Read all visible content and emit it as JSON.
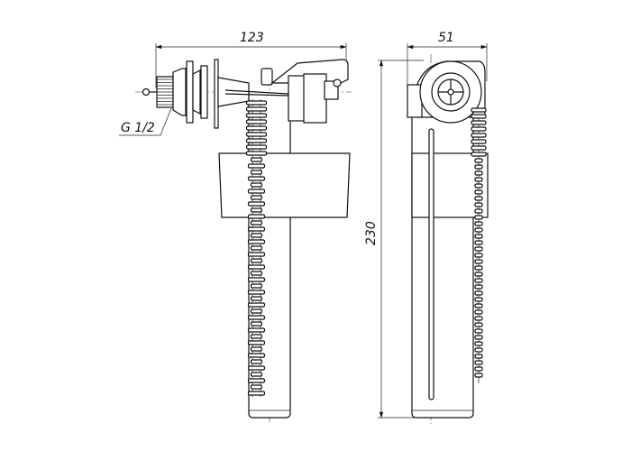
{
  "dimensions": {
    "width_side": "123",
    "width_front": "51",
    "height": "230",
    "thread": "G 1/2"
  }
}
